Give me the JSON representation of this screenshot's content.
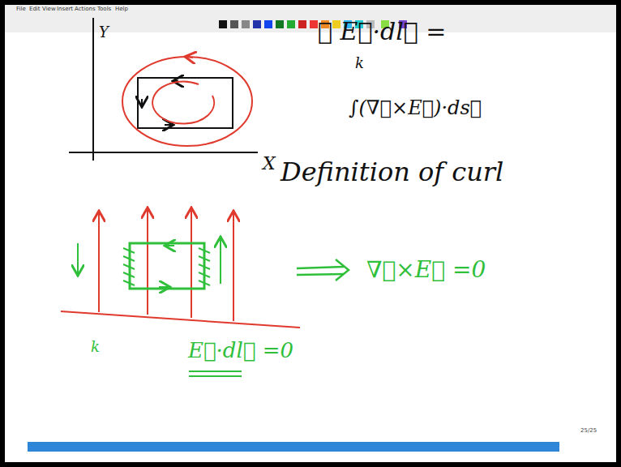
{
  "diagram": {
    "labels": [
      "File",
      "Edit",
      "View",
      "Insert",
      "Actions",
      "Tools",
      "Help",
      "Y",
      "X",
      "∮ E⃗·dl⃗ =",
      "k",
      "∫(∇⃗×E⃗)·ds⃗",
      "Definition of curl",
      "∇⃗×E⃗ =0",
      "E⃗·dl⃗ =0",
      "k",
      "25/25"
    ]
  }
}
